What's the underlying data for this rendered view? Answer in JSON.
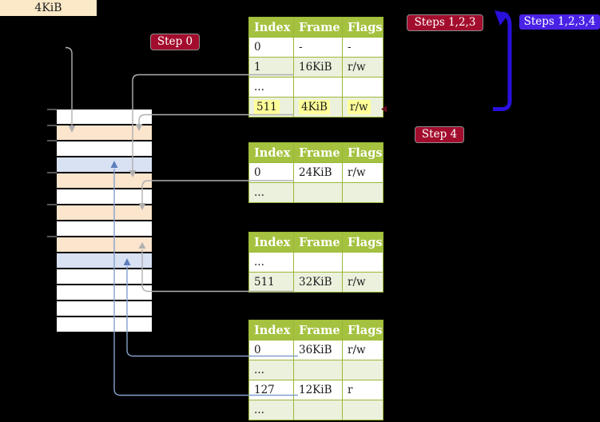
{
  "colors": {
    "background": "#000000",
    "table_header_bg": "#a4c23f",
    "table_border": "#9ab838",
    "row_alt_bg": "#ebf1dd",
    "highlight_bg": "#ffff99",
    "badge_red_bg": "#a30d2d",
    "badge_blue_bg": "#4a22e6",
    "wheat_box_bg": "#fbe9c8",
    "connector_gray": "#b0b0b0",
    "connector_blue": "#85a0cc",
    "connector_blue_head": "#5d7fbd",
    "arrow_blue": "#2a10dc",
    "mem_white": "#ffffff",
    "mem_orange": "#fce5cd",
    "mem_blue": "#d9e2f3"
  },
  "frame_label": {
    "text": "4KiB"
  },
  "badges": {
    "step0": "Step 0",
    "steps123": "Steps 1,2,3",
    "steps1234": "Steps 1,2,3,4",
    "step4": "Step 4"
  },
  "tables": {
    "headers": [
      "Index",
      "Frame",
      "Flags"
    ],
    "level1": {
      "rows": [
        [
          "0",
          "-",
          "-"
        ],
        [
          "1",
          "16KiB",
          "r/w"
        ],
        [
          "...",
          "",
          ""
        ],
        [
          "511",
          "4KiB",
          "r/w"
        ]
      ]
    },
    "level2": {
      "rows": [
        [
          "0",
          "24KiB",
          "r/w"
        ],
        [
          "...",
          "",
          ""
        ]
      ]
    },
    "level3": {
      "rows": [
        [
          "...",
          "",
          ""
        ],
        [
          "511",
          "32KiB",
          "r/w"
        ]
      ]
    },
    "level4": {
      "rows": [
        [
          "0",
          "36KiB",
          "r/w"
        ],
        [
          "...",
          "",
          ""
        ],
        [
          "127",
          "12KiB",
          "r"
        ],
        [
          "...",
          "",
          ""
        ]
      ]
    }
  },
  "memory": {
    "rows": [
      "#ffffff",
      "#fce5cd",
      "#ffffff",
      "#d9e2f3",
      "#fce5cd",
      "#ffffff",
      "#fce5cd",
      "#ffffff",
      "#fce5cd",
      "#d9e2f3",
      "#ffffff",
      "#ffffff",
      "#ffffff",
      "#ffffff"
    ]
  }
}
